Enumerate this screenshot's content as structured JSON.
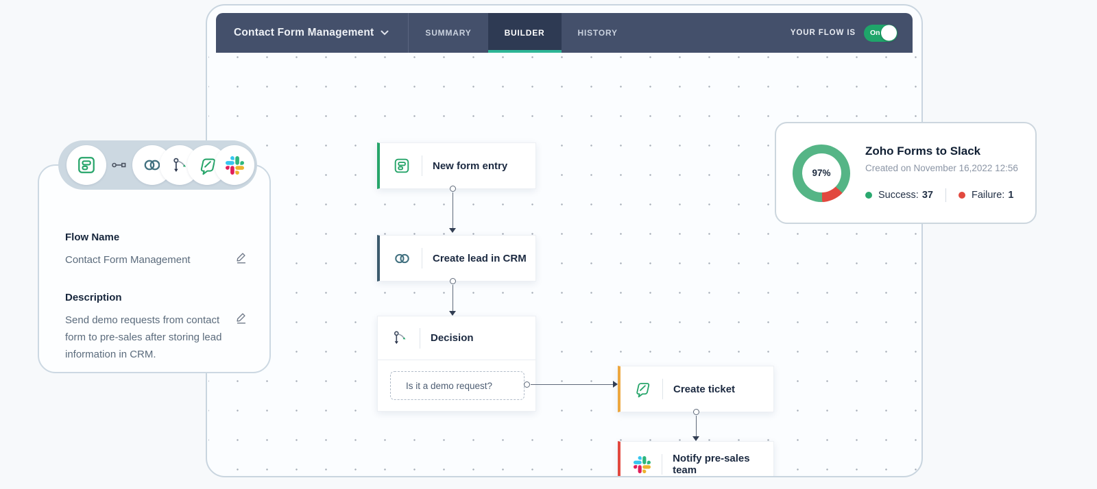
{
  "header": {
    "flow_title": "Contact Form Management",
    "tabs": [
      {
        "label": "SUMMARY",
        "active": false
      },
      {
        "label": "BUILDER",
        "active": true
      },
      {
        "label": "HISTORY",
        "active": false
      }
    ],
    "flow_status_label": "YOUR FLOW IS",
    "toggle_state": "On",
    "colors": {
      "bar": "#44506b",
      "active_tab": "#2e3a53",
      "tab_underline": "#2db696",
      "toggle_on": "#1fa56a"
    }
  },
  "left_panel": {
    "app_icons": [
      "zoho-forms",
      "link",
      "zoho-crm",
      "decision",
      "zoho-desk",
      "slack"
    ],
    "flow_name_label": "Flow Name",
    "flow_name_value": "Contact Form Management",
    "description_label": "Description",
    "description_value": "Send demo requests from contact form to pre-sales after storing lead information in CRM."
  },
  "canvas": {
    "nodes": [
      {
        "id": "trigger",
        "label": "New form entry",
        "app": "zoho-forms",
        "accent": "#27a56a"
      },
      {
        "id": "crm",
        "label": "Create lead in CRM",
        "app": "zoho-crm",
        "accent": "#3c5a6d"
      },
      {
        "id": "decision",
        "label": "Decision",
        "app": "decision",
        "accent": "#ffffff",
        "condition": "Is it a demo request?"
      },
      {
        "id": "ticket",
        "label": "Create ticket",
        "app": "zoho-desk",
        "accent": "#eda73f"
      },
      {
        "id": "notify",
        "label": "Notify pre-sales team",
        "app": "slack",
        "accent": "#e2493f"
      }
    ]
  },
  "stats_card": {
    "title": "Zoho Forms to Slack",
    "created": "Created on November 16,2022 12:56",
    "center_percent": "97%",
    "success_label": "Success:",
    "success_value": "37",
    "failure_label": "Failure:",
    "failure_value": "1",
    "colors": {
      "success": "#2aa86f",
      "failure": "#e2493f"
    }
  },
  "chart_data": {
    "type": "pie",
    "title": "Flow run success rate donut",
    "labels": [
      "Success",
      "Failure"
    ],
    "values": [
      37,
      1
    ],
    "center_label": "97%",
    "colors": [
      "#55b586",
      "#e2493f"
    ],
    "legend_position": "right-of-donut"
  }
}
